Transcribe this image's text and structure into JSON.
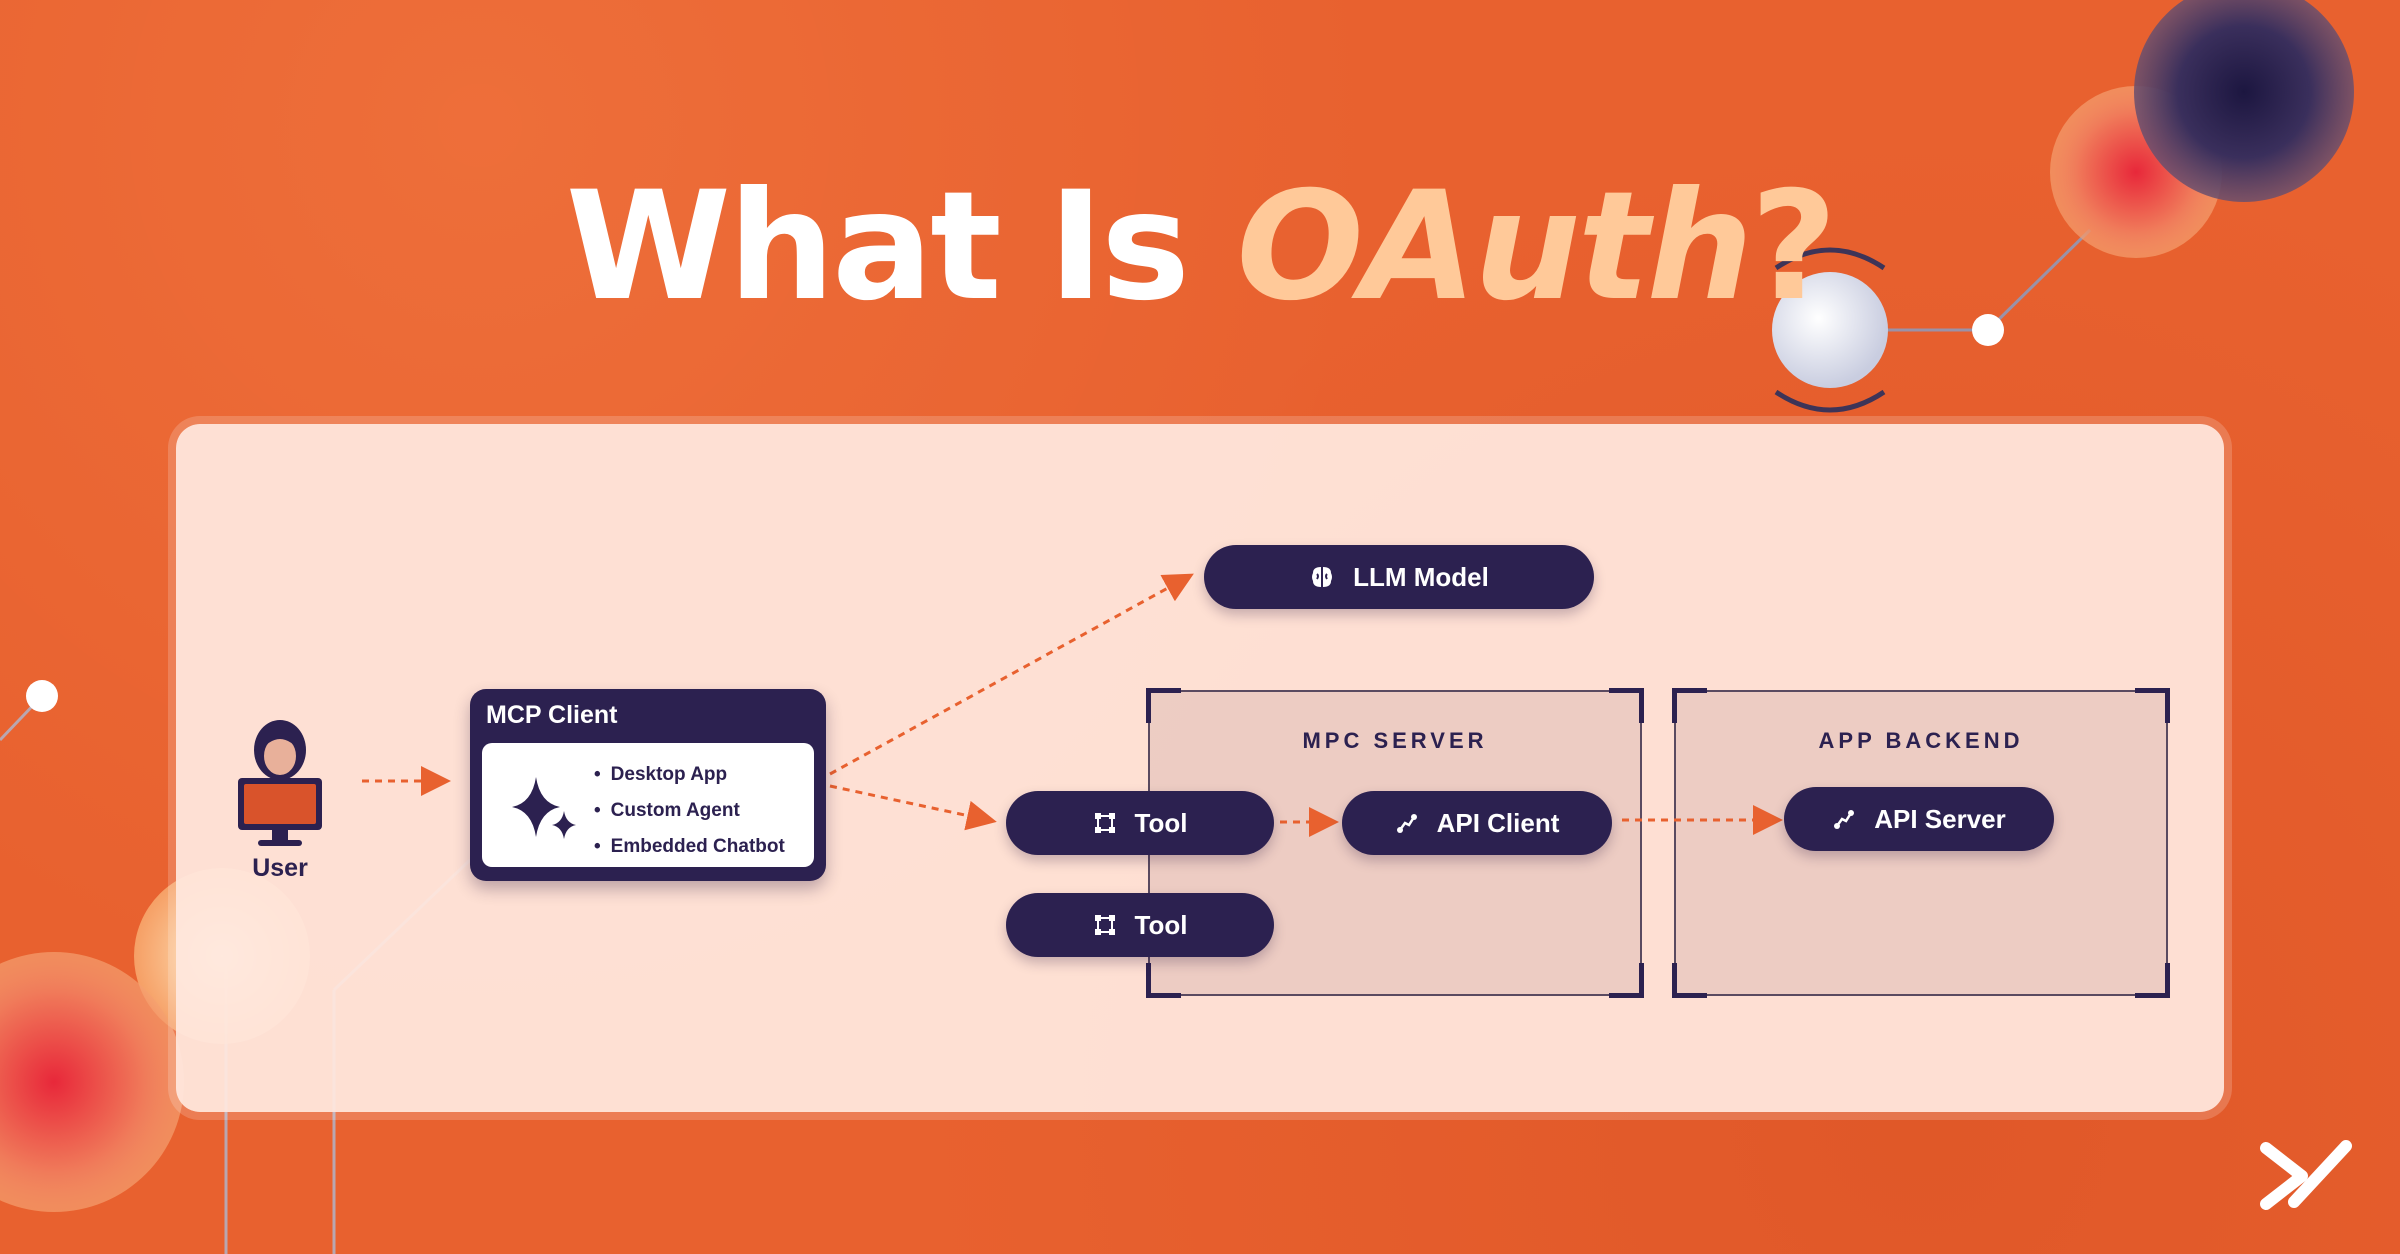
{
  "title": {
    "prefix": "What Is ",
    "accent": "OAuth",
    "suffix": "?"
  },
  "diagram": {
    "user": {
      "label": "User",
      "icon": "user-at-monitor-icon"
    },
    "mcp_client": {
      "title": "MCP Client",
      "icon": "sparkle-icon",
      "items": [
        "Desktop App",
        "Custom Agent",
        "Embedded Chatbot"
      ]
    },
    "llm_model": {
      "label": "LLM Model",
      "icon": "brain-icon"
    },
    "mpc_server": {
      "label": "MPC SERVER",
      "tools": [
        {
          "label": "Tool",
          "icon": "tool-frame-icon"
        },
        {
          "label": "Tool",
          "icon": "tool-frame-icon"
        }
      ],
      "api_client": {
        "label": "API Client",
        "icon": "api-icon"
      }
    },
    "app_backend": {
      "label": "APP BACKEND",
      "api_server": {
        "label": "API Server",
        "icon": "api-icon"
      }
    }
  },
  "brand": {
    "logo": "x-brand-logo"
  },
  "colors": {
    "background": "#e8612f",
    "accent_text": "#ffc999",
    "node": "#2c2150",
    "arrow": "#e8612f",
    "panel": "#fde8de"
  }
}
